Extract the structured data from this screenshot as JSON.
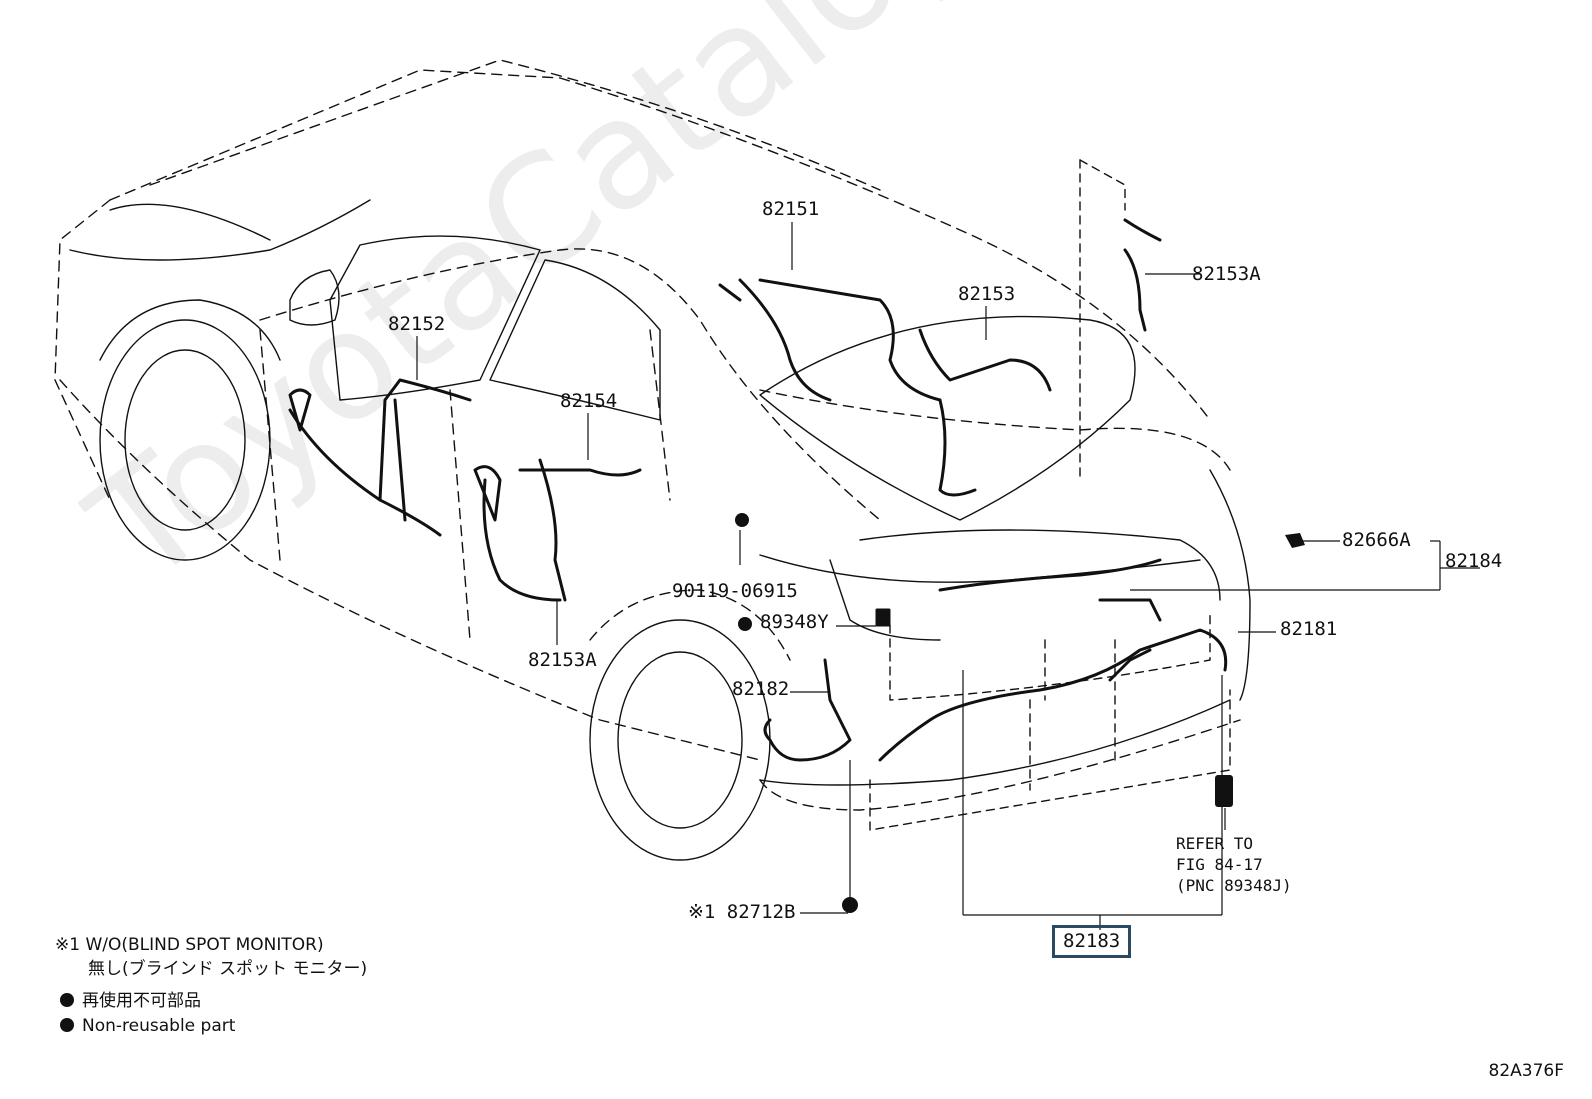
{
  "diagram": {
    "watermark": "ToyotaCatalogue.ru",
    "figure_code": "82A376F",
    "parts": {
      "p82151": "82151",
      "p82152": "82152",
      "p82153": "82153",
      "p82153A_top": "82153A",
      "p82153A_bottom": "82153A",
      "p82154": "82154",
      "p82666A": "82666A",
      "p82184": "82184",
      "p82181": "82181",
      "p82182": "82182",
      "p82183": "82183",
      "p90119": "90119-06915",
      "p89348Y": "89348Y",
      "p82712B": "※1 82712B"
    },
    "refer": {
      "line1": "REFER TO",
      "line2": "FIG 84-17",
      "line3": "(PNC 89348J)"
    },
    "legend": {
      "note1_en": "※1 W/O(BLIND SPOT MONITOR)",
      "note1_jp": "無し(ブラインド スポット モニター)",
      "jp_nonreusable": "再使用不可部品",
      "en_nonreusable": "Non-reusable part"
    }
  }
}
